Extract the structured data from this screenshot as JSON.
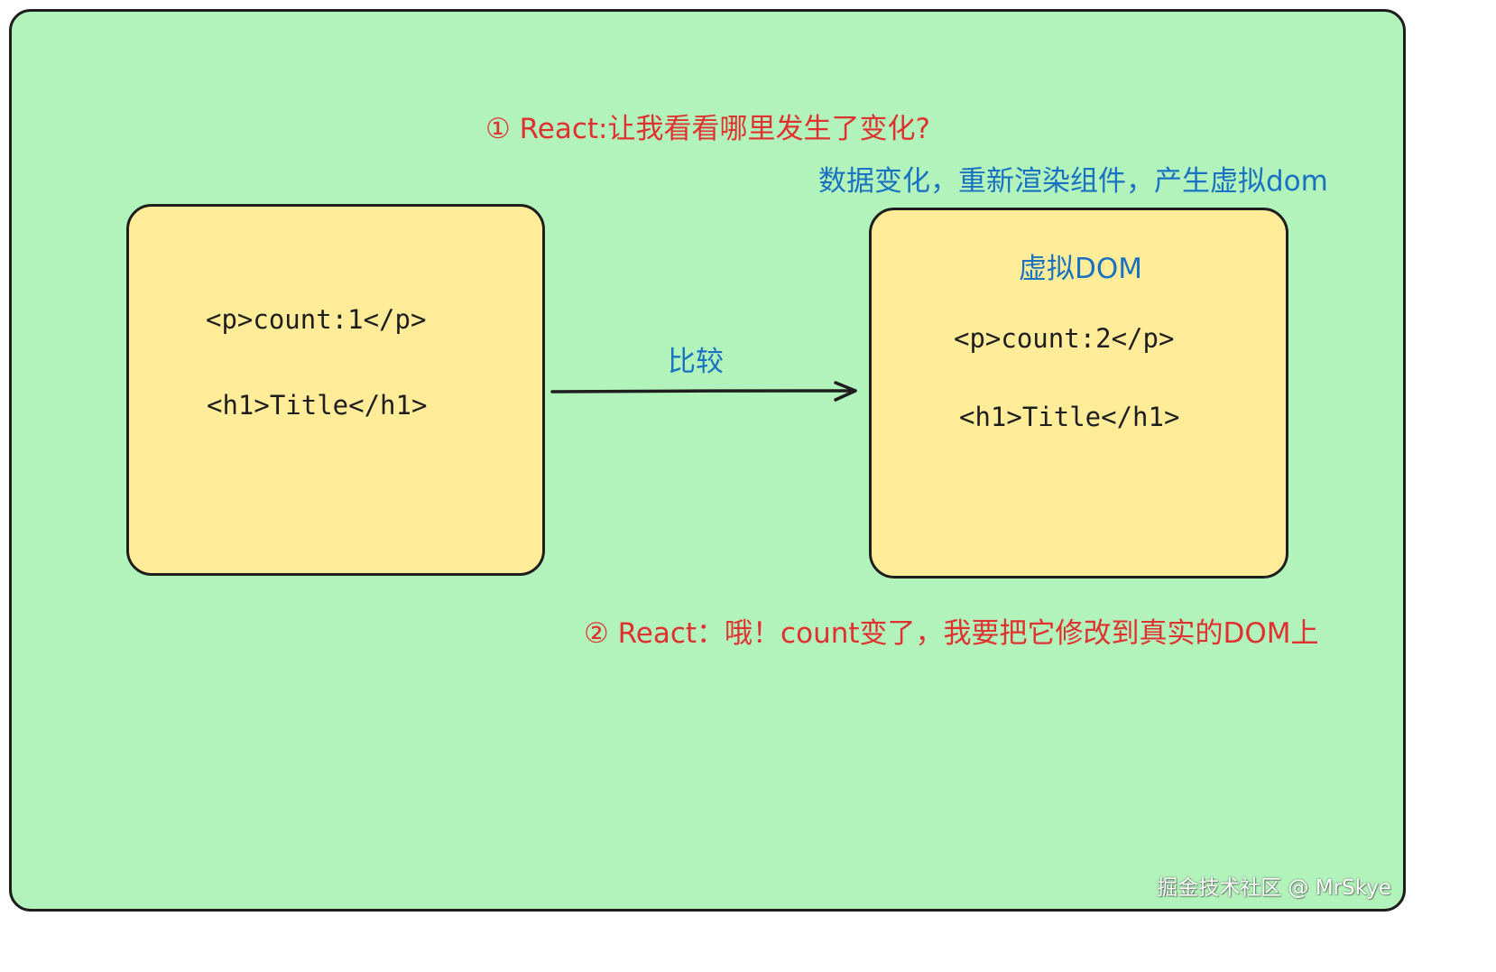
{
  "diagram": {
    "top_note": "① React:让我看看哪里发生了变化?",
    "sub_note": "数据变化，重新渲染组件，产生虚拟dom",
    "old_dom": {
      "line1": "<p>count:1</p>",
      "line2": "<h1>Title</h1>"
    },
    "compare_label": "比较",
    "virtual_dom": {
      "title": "虚拟DOM",
      "line1": "<p>count:2</p>",
      "line2": "<h1>Title</h1>"
    },
    "bottom_note": "② React：哦！count变了，我要把它修改到真实的DOM上"
  },
  "watermark": "掘金技术社区 @ MrSkye",
  "colors": {
    "background": "#b2f2bb",
    "box_fill": "#ffec99",
    "stroke": "#1e1e1e",
    "red_text": "#e03131",
    "blue_text": "#1971c2"
  }
}
